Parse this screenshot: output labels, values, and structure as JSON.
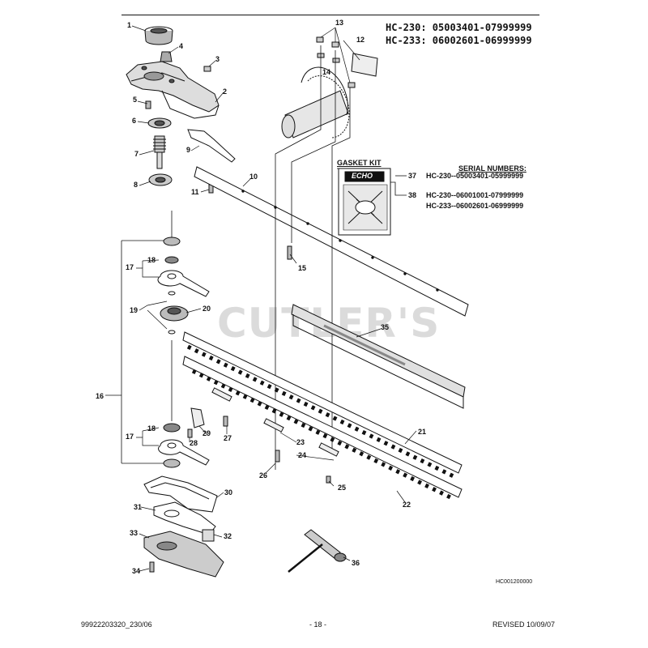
{
  "header": {
    "model_lines": [
      "HC-230: 05003401-07999999",
      "HC-233: 06002601-06999999"
    ]
  },
  "gasket_kit": {
    "title": "GASKET KIT",
    "brand": "ECHO"
  },
  "serial_numbers": {
    "title": "SERIAL NUMBERS:",
    "entries": [
      {
        "ref": "37",
        "lines": [
          "HC-230--05003401-05999999"
        ]
      },
      {
        "ref": "38",
        "lines": [
          "HC-230--06001001-07999999",
          "HC-233--06002601-06999999"
        ]
      }
    ]
  },
  "watermark": "CUTLER'S",
  "callouts": [
    "1",
    "2",
    "3",
    "4",
    "5",
    "6",
    "7",
    "8",
    "9",
    "10",
    "11",
    "12",
    "13",
    "14",
    "15",
    "16",
    "17",
    "18",
    "19",
    "20",
    "21",
    "22",
    "23",
    "24",
    "25",
    "26",
    "27",
    "28",
    "29",
    "30",
    "31",
    "32",
    "33",
    "34",
    "35",
    "36",
    "17",
    "18",
    "13",
    "14",
    "24"
  ],
  "diagram_code": "HC001200000",
  "footer": {
    "doc_number": "99922203320_230/06",
    "page": "- 18 -",
    "revised": "REVISED 10/09/07"
  },
  "colors": {
    "ink": "#111111",
    "part_fill": "#d9d9d9",
    "watermark": "#c8c8c8"
  }
}
